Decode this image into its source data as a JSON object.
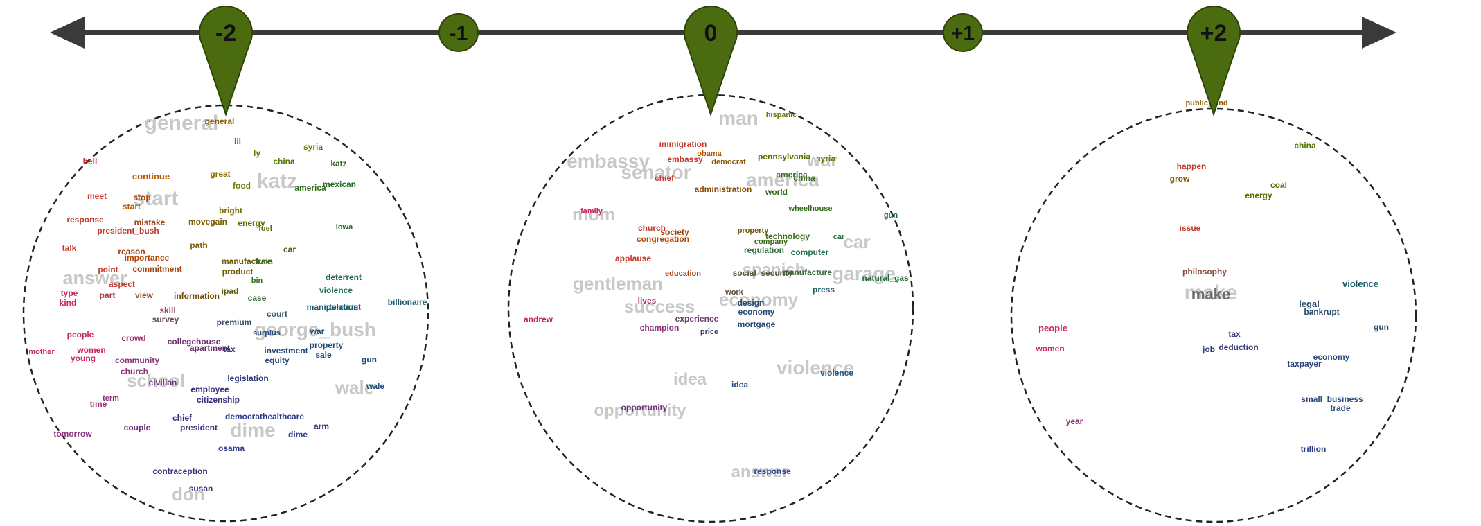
{
  "colors": {
    "axis": "#3a3a3a",
    "marker_fill": "#4a6b10",
    "marker_stroke": "#2f4508",
    "marker_text": "#111111",
    "circle_stroke": "#222222",
    "background_word": "#c8c8c8"
  },
  "markers": [
    {
      "label": "-2",
      "pin": true
    },
    {
      "label": "-1",
      "pin": false
    },
    {
      "label": "0",
      "pin": true
    },
    {
      "label": "+1",
      "pin": false
    },
    {
      "label": "+2",
      "pin": true
    }
  ],
  "clusters": [
    {
      "background_words": [
        "general",
        "start",
        "katz",
        "answer",
        "george_bush",
        "school",
        "dime",
        "wale",
        "don"
      ],
      "words": [
        {
          "t": "general",
          "c": "#8a5a00"
        },
        {
          "t": "lil",
          "c": "#7a6b00"
        },
        {
          "t": "ly",
          "c": "#7a6b00"
        },
        {
          "t": "syria",
          "c": "#6b7a00"
        },
        {
          "t": "china",
          "c": "#4f7200"
        },
        {
          "t": "katz",
          "c": "#2f6a1a"
        },
        {
          "t": "hell",
          "c": "#c0392b"
        },
        {
          "t": "continue",
          "c": "#b35a00"
        },
        {
          "t": "great",
          "c": "#8a6b00"
        },
        {
          "t": "food",
          "c": "#6b7a00"
        },
        {
          "t": "mexican",
          "c": "#1f6b2a"
        },
        {
          "t": "america",
          "c": "#2f6a1a"
        },
        {
          "t": "meet",
          "c": "#c0392b"
        },
        {
          "t": "stop",
          "c": "#b34400"
        },
        {
          "t": "start",
          "c": "#b35a00"
        },
        {
          "t": "bright",
          "c": "#7a6b00"
        },
        {
          "t": "response",
          "c": "#c0392b"
        },
        {
          "t": "mistake",
          "c": "#a0420f"
        },
        {
          "t": "movegain",
          "c": "#7a5a00"
        },
        {
          "t": "president_bush",
          "c": "#c0392b"
        },
        {
          "t": "energy",
          "c": "#5a6b00"
        },
        {
          "t": "fuel",
          "c": "#5a6b00"
        },
        {
          "t": "iowa",
          "c": "#1f6b2a"
        },
        {
          "t": "talk",
          "c": "#c0392b"
        },
        {
          "t": "reason",
          "c": "#a0420f"
        },
        {
          "t": "path",
          "c": "#7a5a00"
        },
        {
          "t": "car",
          "c": "#3a6b1a"
        },
        {
          "t": "importance",
          "c": "#b34400"
        },
        {
          "t": "manufacture",
          "c": "#6b5a00"
        },
        {
          "t": "train",
          "c": "#3a6b1a"
        },
        {
          "t": "point",
          "c": "#c0392b"
        },
        {
          "t": "commitment",
          "c": "#a0420f"
        },
        {
          "t": "product",
          "c": "#6b5a00"
        },
        {
          "t": "deterrent",
          "c": "#1f6b5a"
        },
        {
          "t": "aspect",
          "c": "#c0392b"
        },
        {
          "t": "violence",
          "c": "#1f6b5a"
        },
        {
          "t": "bin",
          "c": "#2f6a1a"
        },
        {
          "t": "type",
          "c": "#c8245a"
        },
        {
          "t": "part",
          "c": "#b33a3a"
        },
        {
          "t": "view",
          "c": "#a04a3a"
        },
        {
          "t": "information",
          "c": "#6b4a00"
        },
        {
          "t": "ipad",
          "c": "#5a5a00"
        },
        {
          "t": "case",
          "c": "#3a6b3a"
        },
        {
          "t": "terrorist",
          "c": "#1f5a6b"
        },
        {
          "t": "billionaire",
          "c": "#1f5a6b"
        },
        {
          "t": "kind",
          "c": "#c8245a"
        },
        {
          "t": "manipulation",
          "c": "#1f5a6b"
        },
        {
          "t": "skill",
          "c": "#8a4a5a"
        },
        {
          "t": "survey",
          "c": "#6b4a4a"
        },
        {
          "t": "court",
          "c": "#3a5a6b"
        },
        {
          "t": "premium",
          "c": "#3a4a6b"
        },
        {
          "t": "people",
          "c": "#c8245a"
        },
        {
          "t": "crowd",
          "c": "#a0306b"
        },
        {
          "t": "collegehouse",
          "c": "#6b306b"
        },
        {
          "t": "surplus",
          "c": "#2a4a7a"
        },
        {
          "t": "war",
          "c": "#1f4a7a"
        },
        {
          "t": "gun",
          "c": "#1f4a7a"
        },
        {
          "t": "women",
          "c": "#c8245a"
        },
        {
          "t": "apartment",
          "c": "#6b306b"
        },
        {
          "t": "tax",
          "c": "#2a3a7a"
        },
        {
          "t": "mother",
          "c": "#c8245a"
        },
        {
          "t": "young",
          "c": "#c8245a"
        },
        {
          "t": "community",
          "c": "#8a307a"
        },
        {
          "t": "equity",
          "c": "#2a4a7a"
        },
        {
          "t": "property",
          "c": "#1f4a7a"
        },
        {
          "t": "sale",
          "c": "#1f4a7a"
        },
        {
          "t": "investment",
          "c": "#1f4a7a"
        },
        {
          "t": "church",
          "c": "#8a307a"
        },
        {
          "t": "legislation",
          "c": "#2a3a7a"
        },
        {
          "t": "civilian",
          "c": "#6b307a"
        },
        {
          "t": "wale",
          "c": "#1f4a7a"
        },
        {
          "t": "employee",
          "c": "#3a307a"
        },
        {
          "t": "term",
          "c": "#8a307a"
        },
        {
          "t": "citizenship",
          "c": "#3a307a"
        },
        {
          "t": "time",
          "c": "#a0307a"
        },
        {
          "t": "democrat",
          "c": "#2a3a8a"
        },
        {
          "t": "healthcare",
          "c": "#2a3a8a"
        },
        {
          "t": "chief",
          "c": "#3a307a"
        },
        {
          "t": "tomorrow",
          "c": "#8a307a"
        },
        {
          "t": "couple",
          "c": "#6b307a"
        },
        {
          "t": "arm",
          "c": "#2a3a8a"
        },
        {
          "t": "president",
          "c": "#3a307a"
        },
        {
          "t": "dime",
          "c": "#2a3a8a"
        },
        {
          "t": "osama",
          "c": "#2a3a8a"
        },
        {
          "t": "contraception",
          "c": "#3a307a"
        },
        {
          "t": "susan",
          "c": "#3a307a"
        }
      ]
    },
    {
      "background_words": [
        "man",
        "embassy",
        "senator",
        "america",
        "war",
        "mom",
        "gentleman",
        "spanish",
        "success",
        "economy",
        "garage",
        "car",
        "violence",
        "idea",
        "opportunity",
        "answer"
      ],
      "words": [
        {
          "t": "hispanic",
          "c": "#6b7a00"
        },
        {
          "t": "immigration",
          "c": "#c0392b"
        },
        {
          "t": "obama",
          "c": "#b35a00"
        },
        {
          "t": "democrat",
          "c": "#8a5a00"
        },
        {
          "t": "pennsylvania",
          "c": "#4f7200"
        },
        {
          "t": "syria",
          "c": "#5a7a00"
        },
        {
          "t": "embassy",
          "c": "#c0392b"
        },
        {
          "t": "america",
          "c": "#3a6b1a"
        },
        {
          "t": "china",
          "c": "#3a6b1a"
        },
        {
          "t": "chief",
          "c": "#c0392b"
        },
        {
          "t": "administration",
          "c": "#8a4a00"
        },
        {
          "t": "world",
          "c": "#2f6a1a"
        },
        {
          "t": "family",
          "c": "#c8245a"
        },
        {
          "t": "wheelhouse",
          "c": "#2f6a1a"
        },
        {
          "t": "gun",
          "c": "#1f6b3a"
        },
        {
          "t": "church",
          "c": "#c0392b"
        },
        {
          "t": "society",
          "c": "#a0420f"
        },
        {
          "t": "property",
          "c": "#6b5a00"
        },
        {
          "t": "congregation",
          "c": "#b34400"
        },
        {
          "t": "technology",
          "c": "#3a6b1a"
        },
        {
          "t": "company",
          "c": "#3a6b1a"
        },
        {
          "t": "car",
          "c": "#1f6b3a"
        },
        {
          "t": "regulation",
          "c": "#2f6a3a"
        },
        {
          "t": "computer",
          "c": "#1f6b4a"
        },
        {
          "t": "applause",
          "c": "#c0392b"
        },
        {
          "t": "education",
          "c": "#a0420f"
        },
        {
          "t": "manufacture",
          "c": "#3a6b3a"
        },
        {
          "t": "social_security",
          "c": "#4a5a3a"
        },
        {
          "t": "natural_gas",
          "c": "#1f6b3a"
        },
        {
          "t": "press",
          "c": "#1f5a6b"
        },
        {
          "t": "work",
          "c": "#5a4a3a"
        },
        {
          "t": "lives",
          "c": "#a0306b"
        },
        {
          "t": "design",
          "c": "#2a4a6b"
        },
        {
          "t": "andrew",
          "c": "#c8245a"
        },
        {
          "t": "experience",
          "c": "#6b3a6b"
        },
        {
          "t": "economy",
          "c": "#2a4a7a"
        },
        {
          "t": "champion",
          "c": "#8a307a"
        },
        {
          "t": "price",
          "c": "#3a3a6b"
        },
        {
          "t": "mortgage",
          "c": "#2a4a7a"
        },
        {
          "t": "violence",
          "c": "#1f5a8a"
        },
        {
          "t": "idea",
          "c": "#2a4a7a"
        },
        {
          "t": "opportunity",
          "c": "#6b307a"
        },
        {
          "t": "response",
          "c": "#2a4a8a"
        }
      ]
    },
    {
      "background_words": [
        "make"
      ],
      "words": [
        {
          "t": "public_land",
          "c": "#8a5a00"
        },
        {
          "t": "china",
          "c": "#4f7200"
        },
        {
          "t": "happen",
          "c": "#c0392b"
        },
        {
          "t": "grow",
          "c": "#8a5a00"
        },
        {
          "t": "coal",
          "c": "#5a6b00"
        },
        {
          "t": "energy",
          "c": "#5a6b00"
        },
        {
          "t": "issue",
          "c": "#c0392b"
        },
        {
          "t": "philosophy",
          "c": "#8a4a3a"
        },
        {
          "t": "violence",
          "c": "#1f5a6b"
        },
        {
          "t": "make",
          "c": "#6b6b6b"
        },
        {
          "t": "legal",
          "c": "#2a4a6b"
        },
        {
          "t": "bankrupt",
          "c": "#2a4a6b"
        },
        {
          "t": "people",
          "c": "#c8245a"
        },
        {
          "t": "tax",
          "c": "#3a3a7a"
        },
        {
          "t": "gun",
          "c": "#1f4a6b"
        },
        {
          "t": "deduction",
          "c": "#3a3a7a"
        },
        {
          "t": "job",
          "c": "#2a3a7a"
        },
        {
          "t": "women",
          "c": "#c8245a"
        },
        {
          "t": "economy",
          "c": "#2a4a7a"
        },
        {
          "t": "taxpayer",
          "c": "#2a3a7a"
        },
        {
          "t": "small_business",
          "c": "#2a4a7a"
        },
        {
          "t": "trade",
          "c": "#2a4a7a"
        },
        {
          "t": "year",
          "c": "#8a307a"
        },
        {
          "t": "trillion",
          "c": "#2a3a8a"
        }
      ]
    }
  ]
}
